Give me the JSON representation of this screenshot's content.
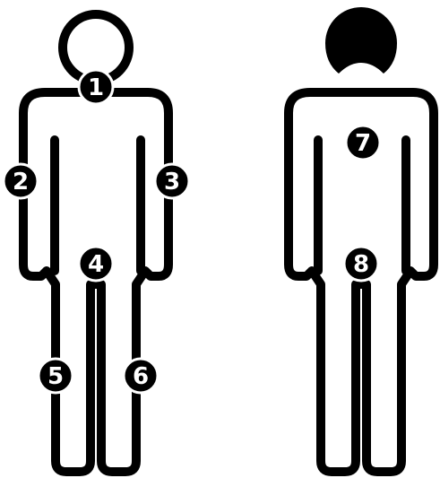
{
  "colors": {
    "outline": "#000000",
    "background": "#ffffff",
    "marker_fill": "#000000",
    "marker_text": "#ffffff"
  },
  "front_figure": {
    "view": "front",
    "head_style": "outline",
    "markers": [
      "1",
      "2",
      "3",
      "4",
      "5",
      "6"
    ]
  },
  "back_figure": {
    "view": "back",
    "head_style": "filled",
    "markers": [
      "7",
      "8"
    ]
  }
}
